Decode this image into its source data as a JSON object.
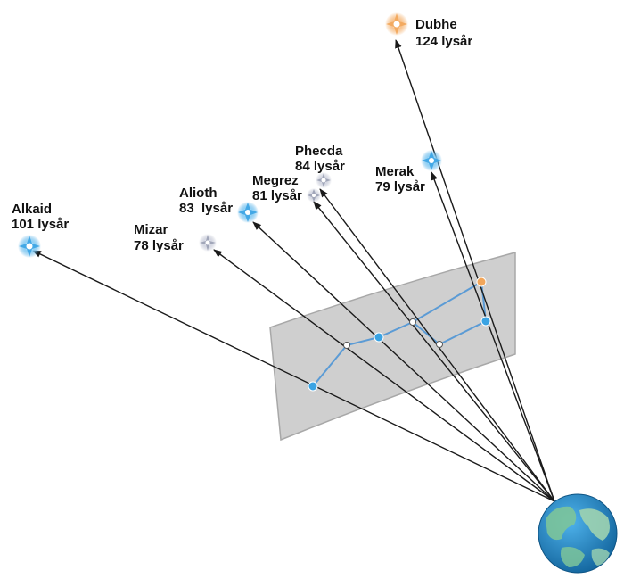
{
  "colors": {
    "ray": "#1a1a1a",
    "panel_fill": "#cfcfcf",
    "panel_edge": "#a8a8a8",
    "pattern_line": "#5b9bd5",
    "star_blue": "#3aa3e3",
    "star_orange": "#f2a65a",
    "star_grey": "#b8bccc",
    "dot_white": "#ffffff",
    "earth_ocean": "#1e88c8",
    "earth_land": "#7cc49a"
  },
  "stars": [
    {
      "id": "dubhe",
      "name": "Dubhe",
      "distance": "124 lysår",
      "color_key": "star_orange"
    },
    {
      "id": "merak",
      "name": "Merak",
      "distance": "79 lysår",
      "color_key": "star_blue"
    },
    {
      "id": "phecda",
      "name": "Phecda",
      "distance": "84 lysår",
      "color_key": "star_grey"
    },
    {
      "id": "megrez",
      "name": "Megrez",
      "distance": "81 lysår",
      "color_key": "star_grey"
    },
    {
      "id": "alioth",
      "name": "Alioth",
      "distance": "83  lysår",
      "color_key": "star_blue"
    },
    {
      "id": "mizar",
      "name": "Mizar",
      "distance": "78 lysår",
      "color_key": "star_grey"
    },
    {
      "id": "alkaid",
      "name": "Alkaid",
      "distance": "101 lysår",
      "color_key": "star_blue"
    }
  ],
  "icons": {
    "earth": "earth-globe-icon",
    "star": "star-burst-icon"
  }
}
